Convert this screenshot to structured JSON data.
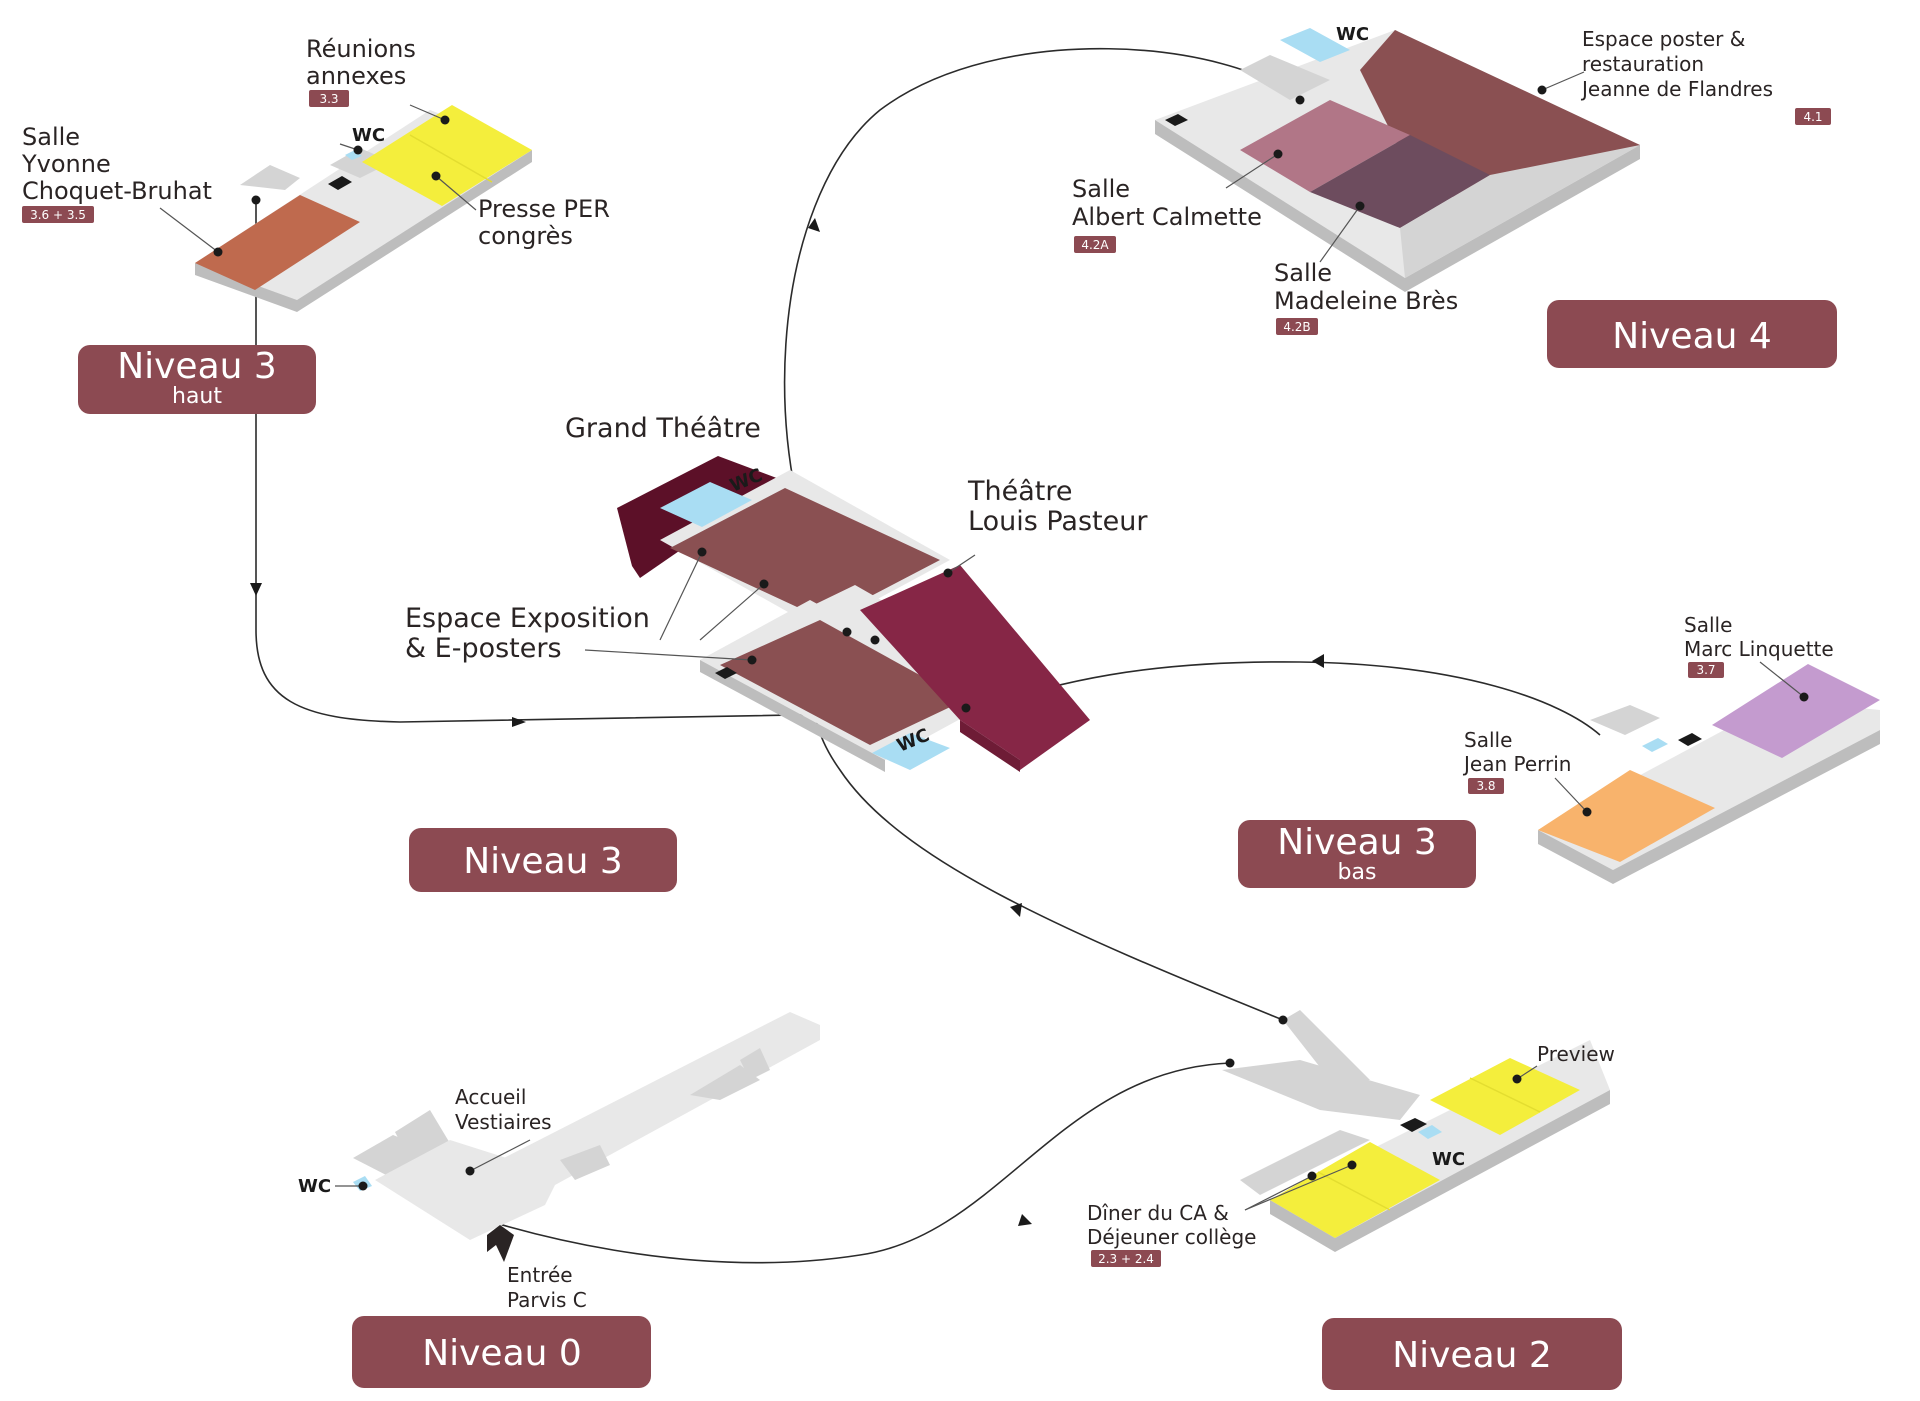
{
  "colors": {
    "badge": "#8c4a52",
    "floor": "#e8e8e8",
    "corridor": "#d4d4d4",
    "wc": "#a9ddf3",
    "yellow": "#f4ee3c",
    "terracotta": "#bf6a4e",
    "brown": "#8a5052",
    "mauve": "#b17687",
    "plum": "#6d4c5e",
    "wine": "#862646",
    "darkwine": "#5c1028",
    "lilac": "#c49bcf",
    "orange": "#f8b36c"
  },
  "levels": {
    "n3_haut": {
      "title": "Niveau 3",
      "subtitle": "haut",
      "rooms": {
        "reunions": {
          "name_l1": "Réunions",
          "name_l2": "annexes",
          "code": "3.3"
        },
        "yvonne": {
          "name_l1": "Salle",
          "name_l2": "Yvonne",
          "name_l3": "Choquet-Bruhat",
          "code": "3.6 + 3.5"
        },
        "presse": {
          "name_l1": "Presse PER",
          "name_l2": "congrès"
        }
      },
      "wc": "WC"
    },
    "n4": {
      "title": "Niveau 4",
      "rooms": {
        "poster": {
          "name_l1": "Espace poster &",
          "name_l2": "restauration",
          "name_l3": "Jeanne de Flandres",
          "code": "4.1"
        },
        "calmette": {
          "name_l1": "Salle",
          "name_l2": "Albert Calmette",
          "code": "4.2A"
        },
        "bres": {
          "name_l1": "Salle",
          "name_l2": "Madeleine Brès",
          "code": "4.2B"
        }
      },
      "wc": "WC"
    },
    "n3": {
      "title": "Niveau 3",
      "rooms": {
        "grand_theatre": {
          "name": "Grand Théâtre"
        },
        "pasteur": {
          "name_l1": "Théâtre",
          "name_l2": "Louis Pasteur"
        },
        "expo": {
          "name_l1": "Espace Exposition",
          "name_l2": "& E-posters"
        }
      },
      "wc_top": "WC",
      "wc_bottom": "WC"
    },
    "n3_bas": {
      "title": "Niveau 3",
      "subtitle": "bas",
      "rooms": {
        "linquette": {
          "name_l1": "Salle",
          "name_l2": "Marc Linquette",
          "code": "3.7"
        },
        "perrin": {
          "name_l1": "Salle",
          "name_l2": "Jean Perrin",
          "code": "3.8"
        }
      }
    },
    "n0": {
      "title": "Niveau 0",
      "rooms": {
        "accueil": {
          "name_l1": "Accueil",
          "name_l2": "Vestiaires"
        },
        "entree": {
          "name_l1": "Entrée",
          "name_l2": "Parvis C"
        }
      },
      "wc": "WC"
    },
    "n2": {
      "title": "Niveau 2",
      "rooms": {
        "preview": {
          "name": "Preview"
        },
        "diner": {
          "name_l1": "Dîner du CA &",
          "name_l2": "Déjeuner collège",
          "code": "2.3 + 2.4"
        }
      },
      "wc": "WC"
    }
  }
}
